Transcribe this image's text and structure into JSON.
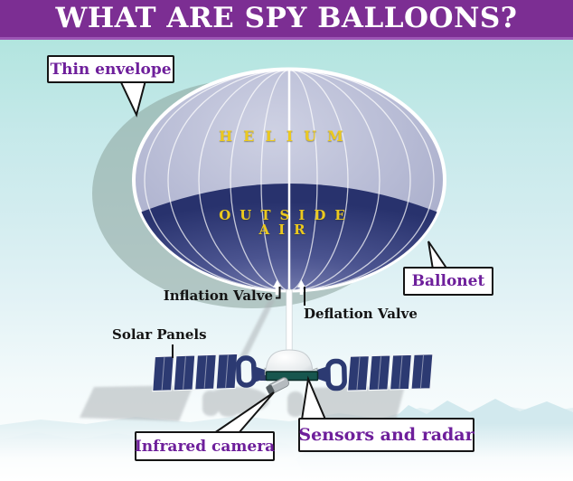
{
  "header": {
    "title": "WHAT ARE SPY BALLOONS?"
  },
  "callouts": {
    "thin_envelope": {
      "label": "Thin envelope"
    },
    "ballonet": {
      "label": "Ballonet"
    },
    "infrared_camera": {
      "label": "Infrared camera"
    },
    "sensors_radar": {
      "label": "Sensors and radar"
    }
  },
  "balloon_labels": {
    "helium": "HELIUM",
    "outside_air_line1": "OUTSIDE",
    "outside_air_line2": "AIR"
  },
  "annotations": {
    "inflation_valve": "Inflation Valve",
    "deflation_valve": "Deflation Valve",
    "solar_panels": "Solar Panels"
  },
  "colors": {
    "header_purple": "#7c2e93",
    "header_accent": "#9c55b5",
    "callout_text_purple": "#6e1f9b",
    "gas_label_yellow": "#ecc91e",
    "balloon_envelope_light": "#b4b8d2",
    "ballonet_navy": "#2b356f",
    "solar_panel_navy": "#2c3a72",
    "sensor_bar_teal": "#17564e",
    "sky_top": "#a3e3d6"
  }
}
